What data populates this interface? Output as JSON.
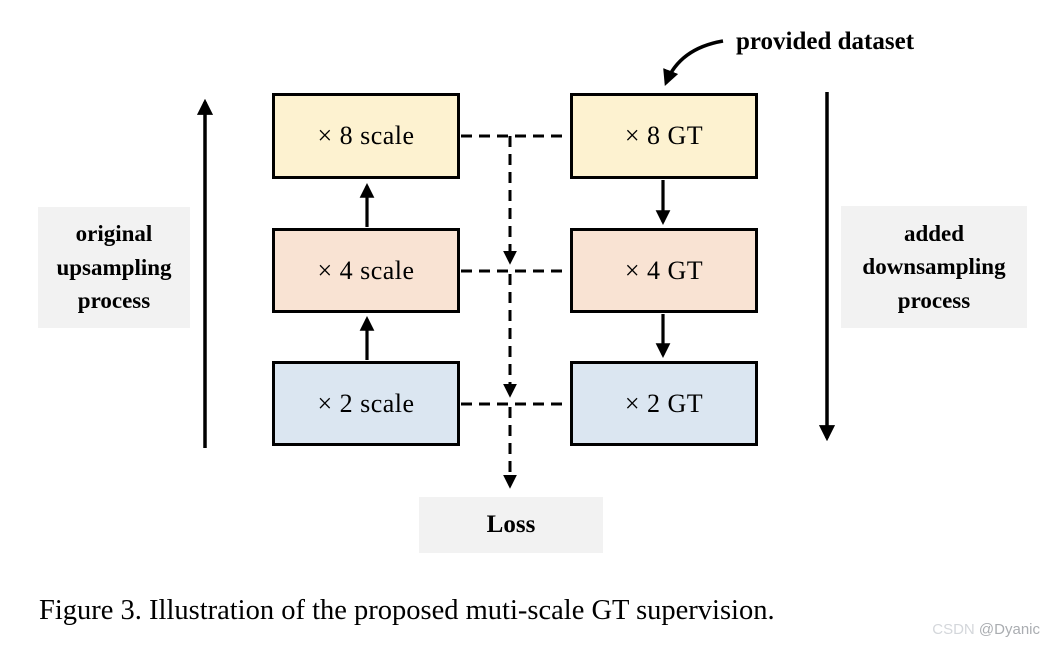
{
  "figure": {
    "annotation_label": "provided dataset",
    "left_process_label": "original upsampling process",
    "right_process_label": "added downsampling process",
    "rows": [
      {
        "scale_label": "× 8 scale",
        "gt_label": "× 8 GT",
        "fill": "#fdf2d0"
      },
      {
        "scale_label": "× 4 scale",
        "gt_label": "× 4 GT",
        "fill": "#f9e3d3"
      },
      {
        "scale_label": "× 2 scale",
        "gt_label": "× 2 GT",
        "fill": "#dbe6f1"
      }
    ],
    "loss_label": "Loss",
    "colors": {
      "label_bg": "#f2f2f2",
      "line": "#000000"
    }
  },
  "caption": "Figure 3. Illustration of the proposed muti-scale GT supervision.",
  "watermark": {
    "site": "CSDN ",
    "user": "@Dyanic"
  }
}
